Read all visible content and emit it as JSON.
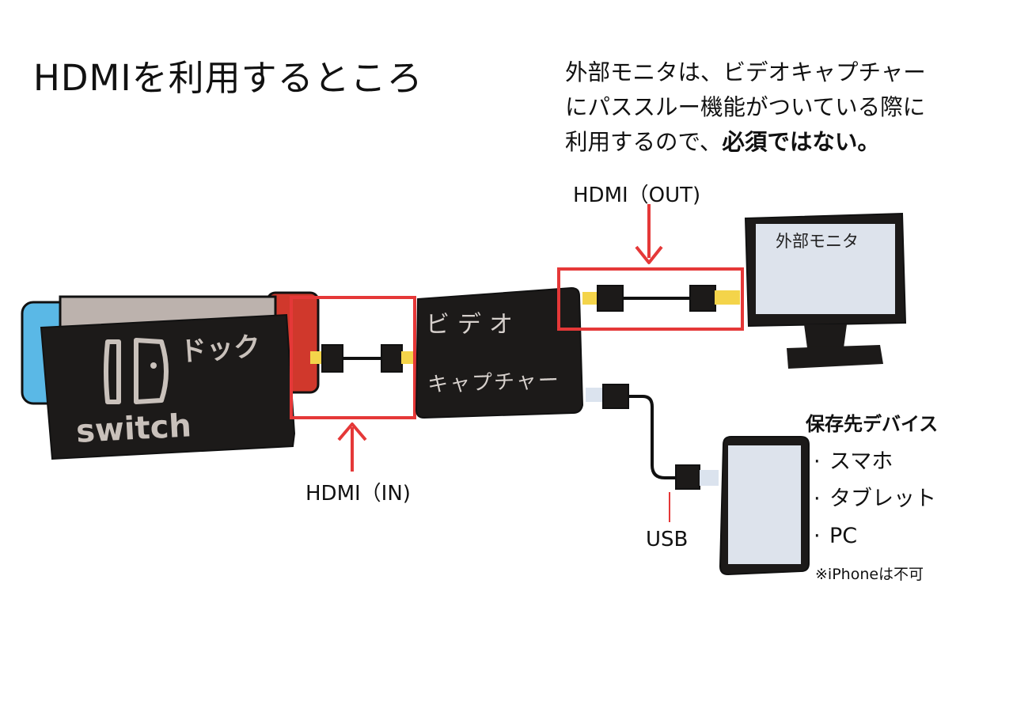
{
  "title": "HDMIを利用するところ",
  "note": {
    "line1": "外部モニタは、ビデオキャプチャー",
    "line2": "にパススルー機能がついている際に",
    "line3_regular": "利用するので、",
    "line3_bold": "必須ではない。"
  },
  "dock": {
    "label_dock": "ドック",
    "label_switch": "switch"
  },
  "capture": {
    "label_line1": "ビデオ",
    "label_line2": "キャプチャー"
  },
  "monitor": {
    "label": "外部モニタ"
  },
  "connections": {
    "hdmi_in": "HDMI（IN)",
    "hdmi_out": "HDMI（OUT)",
    "usb": "USB"
  },
  "storage": {
    "title": "保存先デバイス",
    "items": [
      "スマホ",
      "タブレット",
      "PC"
    ],
    "note": "※iPhoneは不可"
  },
  "colors": {
    "highlight": "#e53838",
    "device_body": "#1c1a19",
    "screen": "#dde3ec",
    "connector": "#f4d44a",
    "joycon_blue": "#5ab8e6",
    "joycon_red": "#d0382c",
    "console_gray": "#bcb2ad",
    "usb_plug": "#dbe3ee"
  }
}
